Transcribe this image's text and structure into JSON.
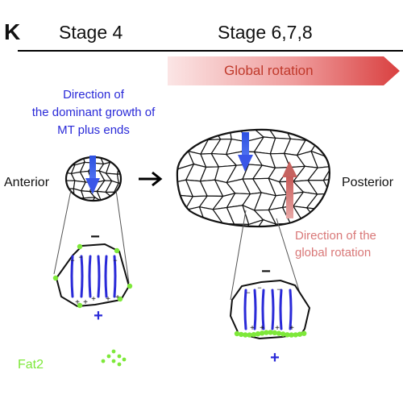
{
  "panel_label": "K",
  "header": {
    "stage_early": "Stage 4",
    "stage_late": "Stage 6,7,8",
    "banner": "Global rotation"
  },
  "labels": {
    "anterior": "Anterior",
    "posterior": "Posterior",
    "mt_direction": [
      "Direction of",
      "the dominant growth of",
      "MT plus ends"
    ],
    "rotation_direction": [
      "Direction of the",
      "global rotation"
    ],
    "minus": "−",
    "plus": "+",
    "plus_small": "+",
    "legend": "Fat2"
  },
  "colors": {
    "mt_blue": "#2a2ad8",
    "arrow_blue": "#3a56e8",
    "rotation_red": "#c0392b",
    "rotation_pink": "#d98a88",
    "fat2_green": "#7ee83a",
    "cell_outline": "#111111"
  }
}
